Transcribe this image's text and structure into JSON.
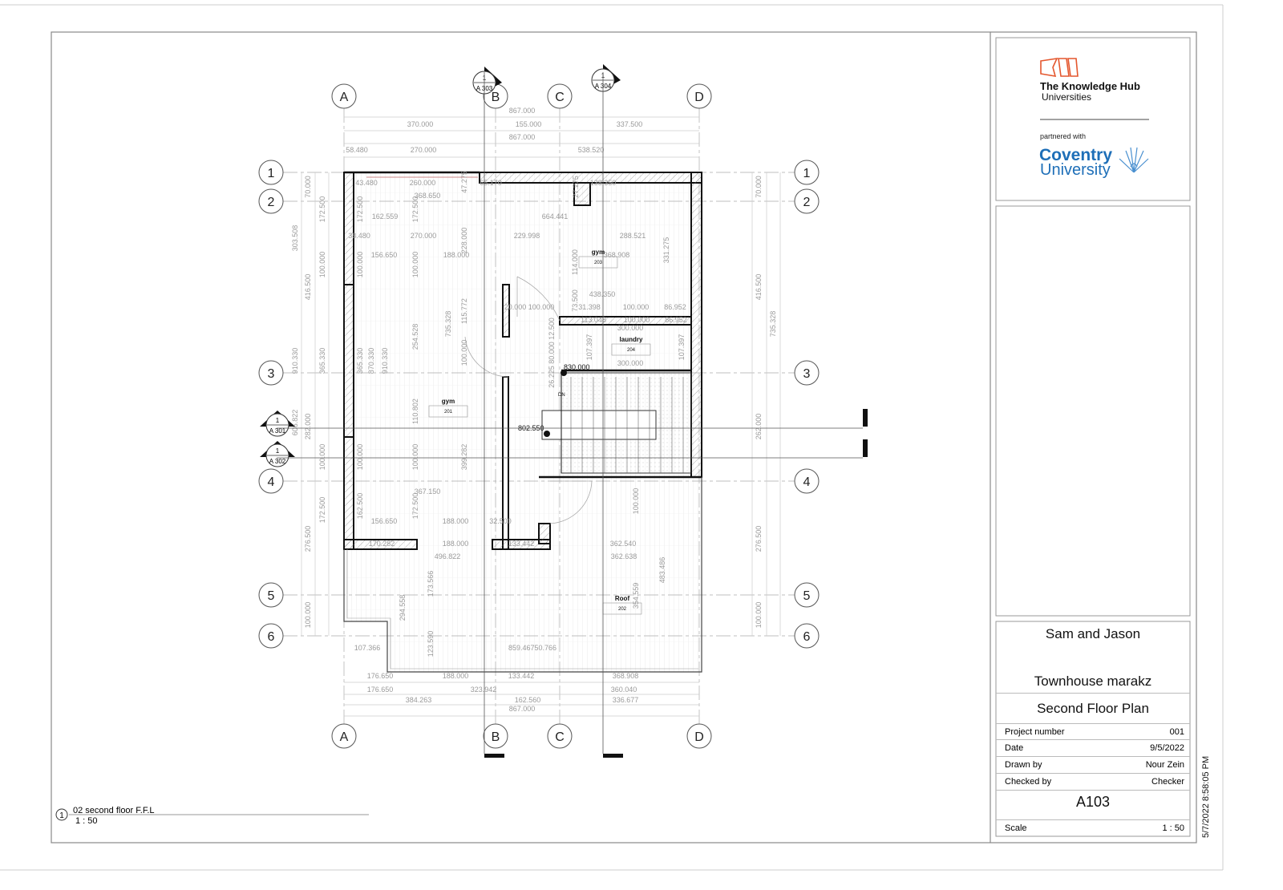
{
  "title_block": {
    "logo": {
      "brand": "The Knowledge Hub",
      "sub": "Universities",
      "partner_text": "partnered with",
      "partner_name_1": "Coventry",
      "partner_name_2": "University",
      "brand_color": "#e4572e",
      "partner_color": "#1e6fb8"
    },
    "client": "Sam and Jason",
    "project": "Townhouse marakz",
    "sheet_title": "Second Floor Plan",
    "fields": [
      {
        "label": "Project number",
        "value": "001"
      },
      {
        "label": "Date",
        "value": "9/5/2022"
      },
      {
        "label": "Drawn by",
        "value": "Nour Zein"
      },
      {
        "label": "Checked by",
        "value": "Checker"
      }
    ],
    "sheet_number": "A103",
    "scale_label": "Scale",
    "scale_value": "1 : 50",
    "timestamp": "5/7/2022 8:58:05 PM"
  },
  "view_title": {
    "number": "1",
    "name": "02 second floor F.F.L",
    "scale": "1 : 50"
  },
  "plan": {
    "grid_columns": [
      "A",
      "B",
      "C",
      "D"
    ],
    "grid_rows": [
      "1",
      "2",
      "3",
      "4",
      "5",
      "6"
    ],
    "section_marks": [
      {
        "number": "1",
        "sheet": "A 303"
      },
      {
        "number": "1",
        "sheet": "A 304"
      },
      {
        "number": "1",
        "sheet": "A 301"
      },
      {
        "number": "1",
        "sheet": "A 302"
      }
    ],
    "rooms": [
      {
        "name": "gym",
        "number": "201"
      },
      {
        "name": "gym",
        "number": "203"
      },
      {
        "name": "laundry",
        "number": "204"
      },
      {
        "name": "Roof",
        "number": "202"
      }
    ],
    "stair_label": "DN",
    "levels": [
      "830.000",
      "802.550"
    ],
    "dimensions": [
      "867.000",
      "370.000",
      "155.000",
      "337.500",
      "867.000",
      "58.480",
      "270.000",
      "538.520",
      "43.480",
      "260.000",
      "368.650",
      "65.170",
      "138.350",
      "162.559",
      "664.441",
      "38.480",
      "270.000",
      "229.998",
      "288.521",
      "156.650",
      "188.000",
      "368.908",
      "438.350",
      "20.000 100.000",
      "31.398",
      "100.000",
      "86.952",
      "113.048",
      "100.000",
      "86.952",
      "300.000",
      "300.000",
      "367.150",
      "156.650",
      "188.000",
      "32.500",
      "170.282",
      "188.000",
      "133.442",
      "496.822",
      "362.540",
      "362.638",
      "107.366",
      "859.46750.766",
      "176.650",
      "188.000",
      "133.442",
      "368.908",
      "176.650",
      "323.942",
      "360.040",
      "384.263",
      "162.560",
      "336.677",
      "867.000"
    ],
    "vertical_dimensions": [
      "70.000",
      "172.500",
      "303.508",
      "100.000",
      "416.500",
      "910.330",
      "365.330",
      "282.000",
      "606.822",
      "100.000",
      "172.500",
      "276.500",
      "100.000",
      "70.000",
      "416.500",
      "735.328",
      "262.000",
      "276.500",
      "100.000",
      "172.500",
      "172.500",
      "228.000",
      "100.000",
      "100.000",
      "735.328",
      "115.772",
      "254.528",
      "365.330",
      "870.330",
      "910.330",
      "100.000",
      "110.802",
      "399.282",
      "100.000",
      "100.000",
      "162.500",
      "172.500",
      "114.000",
      "73.500",
      "331.275",
      "107.397",
      "107.397",
      "26.225 80.000 12.500",
      "100.000",
      "483.486",
      "354.559",
      "294.558",
      "173.566",
      "123.590",
      "47.275",
      "27.275"
    ]
  }
}
